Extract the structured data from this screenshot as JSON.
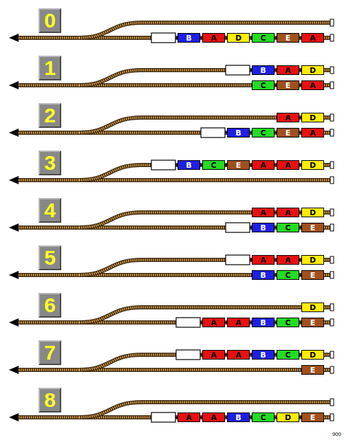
{
  "diagram": {
    "nodes": [
      {
        "text": [
          "0"
        ]
      },
      {
        "text": [
          "B"
        ]
      },
      {
        "text": [
          "A"
        ]
      },
      {
        "text": [
          "D"
        ]
      },
      {
        "text": [
          "C"
        ]
      },
      {
        "text": [
          "E"
        ]
      },
      {
        "text": [
          "A"
        ]
      },
      {
        "text": [
          "1"
        ]
      },
      {
        "text": [
          "B"
        ]
      },
      {
        "text": [
          "A"
        ]
      },
      {
        "text": [
          "D"
        ]
      },
      {
        "text": [
          "C"
        ]
      },
      {
        "text": [
          "E"
        ]
      },
      {
        "text": [
          "A"
        ]
      },
      {
        "text": [
          "2"
        ]
      },
      {
        "text": [
          "A"
        ]
      },
      {
        "text": [
          "D"
        ]
      },
      {
        "text": [
          "B"
        ]
      },
      {
        "text": [
          "C"
        ]
      },
      {
        "text": [
          "E"
        ]
      },
      {
        "text": [
          "A"
        ]
      },
      {
        "text": [
          "3"
        ]
      },
      {
        "text": [
          "B"
        ]
      },
      {
        "text": [
          "C"
        ]
      },
      {
        "text": [
          "E"
        ]
      },
      {
        "text": [
          "A"
        ]
      },
      {
        "text": [
          "A"
        ]
      },
      {
        "text": [
          "D"
        ]
      },
      {
        "text": [
          "4"
        ]
      },
      {
        "text": [
          "A"
        ]
      },
      {
        "text": [
          "A"
        ]
      },
      {
        "text": [
          "D"
        ]
      },
      {
        "text": [
          "B"
        ]
      },
      {
        "text": [
          "C"
        ]
      },
      {
        "text": [
          "E"
        ]
      },
      {
        "text": [
          "5"
        ]
      },
      {
        "text": [
          "A"
        ]
      },
      {
        "text": [
          "A"
        ]
      },
      {
        "text": [
          "D"
        ]
      },
      {
        "text": [
          "B"
        ]
      },
      {
        "text": [
          "C"
        ]
      },
      {
        "text": [
          "E"
        ]
      },
      {
        "text": [
          "6"
        ]
      },
      {
        "text": [
          "D"
        ]
      },
      {
        "text": [
          "A"
        ]
      },
      {
        "text": [
          "A"
        ]
      },
      {
        "text": [
          "B"
        ]
      },
      {
        "text": [
          "C"
        ]
      },
      {
        "text": [
          "E"
        ]
      },
      {
        "text": [
          "7"
        ]
      },
      {
        "text": [
          "A"
        ]
      },
      {
        "text": [
          "A"
        ]
      },
      {
        "text": [
          "B"
        ]
      },
      {
        "text": [
          "C"
        ]
      },
      {
        "text": [
          "D"
        ]
      },
      {
        "text": [
          "E"
        ]
      },
      {
        "text": [
          "8"
        ]
      },
      {
        "text": [
          "A"
        ]
      },
      {
        "text": [
          "A"
        ]
      },
      {
        "text": [
          "B"
        ]
      },
      {
        "text": [
          "C"
        ]
      },
      {
        "text": [
          "D"
        ]
      },
      {
        "text": [
          "E"
        ]
      }
    ],
    "labels": [
      "900"
    ]
  }
}
